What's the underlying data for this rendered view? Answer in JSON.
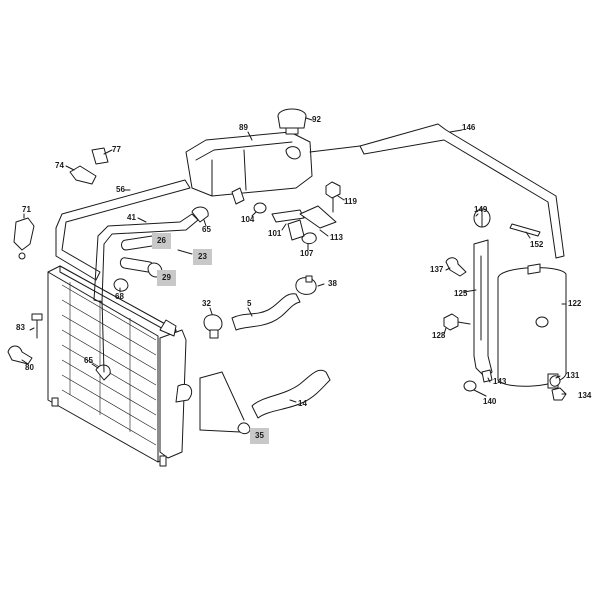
{
  "diagram": {
    "highlight_color": "#c8c8c8",
    "line_color": "#1a1a1a",
    "labels": [
      {
        "id": "l74",
        "text": "74"
      },
      {
        "id": "l77",
        "text": "77"
      },
      {
        "id": "l89",
        "text": "89"
      },
      {
        "id": "l92",
        "text": "92"
      },
      {
        "id": "l146",
        "text": "146"
      },
      {
        "id": "l56",
        "text": "56"
      },
      {
        "id": "l71",
        "text": "71"
      },
      {
        "id": "l41",
        "text": "41"
      },
      {
        "id": "l65a",
        "text": "65"
      },
      {
        "id": "l104",
        "text": "104"
      },
      {
        "id": "l119",
        "text": "119"
      },
      {
        "id": "l101",
        "text": "101"
      },
      {
        "id": "l113",
        "text": "113"
      },
      {
        "id": "l107",
        "text": "107"
      },
      {
        "id": "l26",
        "text": "26"
      },
      {
        "id": "l23",
        "text": "23"
      },
      {
        "id": "l29",
        "text": "29"
      },
      {
        "id": "l68",
        "text": "68"
      },
      {
        "id": "l38",
        "text": "38"
      },
      {
        "id": "l32",
        "text": "32"
      },
      {
        "id": "l5",
        "text": "5"
      },
      {
        "id": "l83",
        "text": "83"
      },
      {
        "id": "l80",
        "text": "80"
      },
      {
        "id": "l65b",
        "text": "65"
      },
      {
        "id": "l14",
        "text": "14"
      },
      {
        "id": "l35",
        "text": "35"
      },
      {
        "id": "l149",
        "text": "149"
      },
      {
        "id": "l152",
        "text": "152"
      },
      {
        "id": "l137",
        "text": "137"
      },
      {
        "id": "l125",
        "text": "125"
      },
      {
        "id": "l122",
        "text": "122"
      },
      {
        "id": "l128",
        "text": "128"
      },
      {
        "id": "l131",
        "text": "131"
      },
      {
        "id": "l143",
        "text": "143"
      },
      {
        "id": "l134",
        "text": "134"
      },
      {
        "id": "l140",
        "text": "140"
      }
    ]
  }
}
